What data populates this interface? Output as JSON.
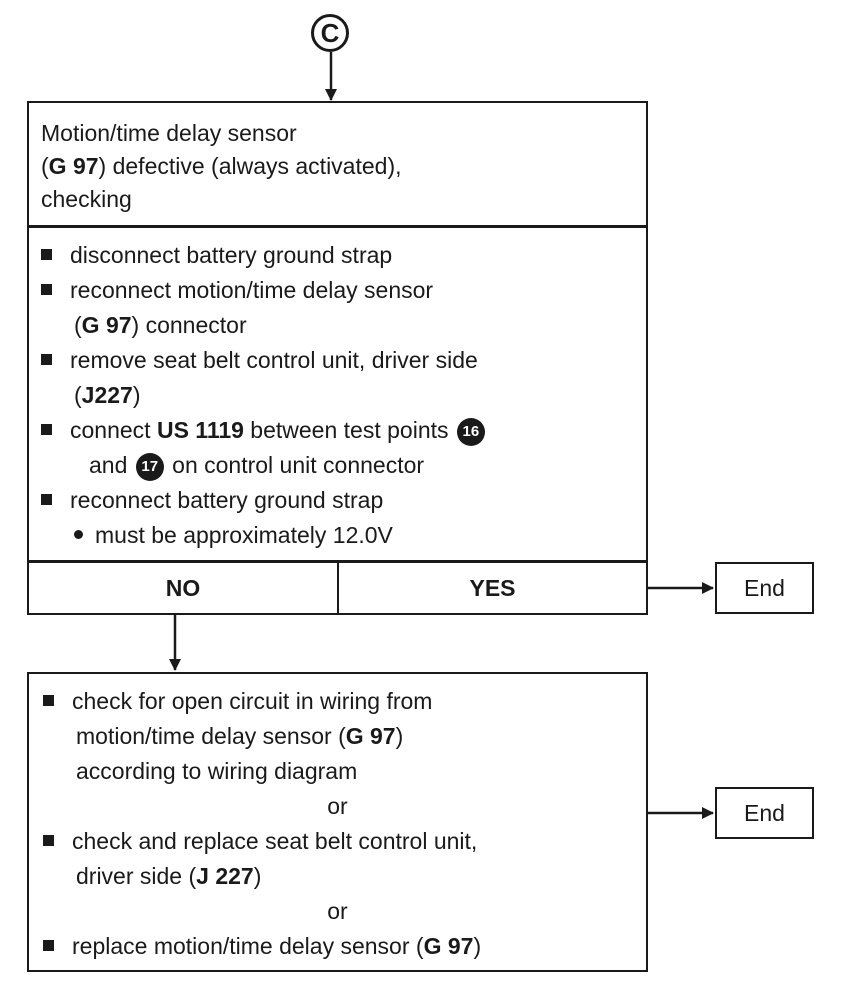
{
  "connector": {
    "label": "C"
  },
  "check": {
    "title_line1": "Motion/time delay sensor",
    "title_line2_pre": "(",
    "title_line2_bold": "G 97",
    "title_line2_post": ") defective (always activated),",
    "title_line3": "checking"
  },
  "steps": {
    "s1": "disconnect battery ground strap",
    "s2_line1": "reconnect motion/time delay sensor",
    "s2_line2_pre": "(",
    "s2_line2_bold": "G 97",
    "s2_line2_post": ") connector",
    "s3_line1": "remove seat belt control unit, driver side",
    "s3_line2_pre": "(",
    "s3_line2_bold": "J227",
    "s3_line2_post": ")",
    "s4_pre": "connect ",
    "s4_bold": "US 1119",
    "s4_post": " between test points ",
    "s4_point1": "16",
    "s4_line2_pre": "and ",
    "s4_point2": "17",
    "s4_line2_post": " on control unit connector",
    "s5": "reconnect battery ground strap",
    "s5_sub": "must be approximately 12.0V"
  },
  "decision": {
    "no": "NO",
    "yes": "YES"
  },
  "end_labels": {
    "end1": "End",
    "end2": "End"
  },
  "result": {
    "r1_line1": "check for open circuit in wiring from",
    "r1_line2_pre": "motion/time delay sensor (",
    "r1_line2_bold": "G 97",
    "r1_line2_post": ")",
    "r1_line3": "according to wiring diagram",
    "or1": "or",
    "r2_line1": "check and replace seat belt control unit,",
    "r2_line2_pre": "driver side (",
    "r2_line2_bold": "J 227",
    "r2_line2_post": ")",
    "or2": "or",
    "r3_pre": "replace motion/time delay sensor (",
    "r3_bold": "G 97",
    "r3_post": ")"
  }
}
